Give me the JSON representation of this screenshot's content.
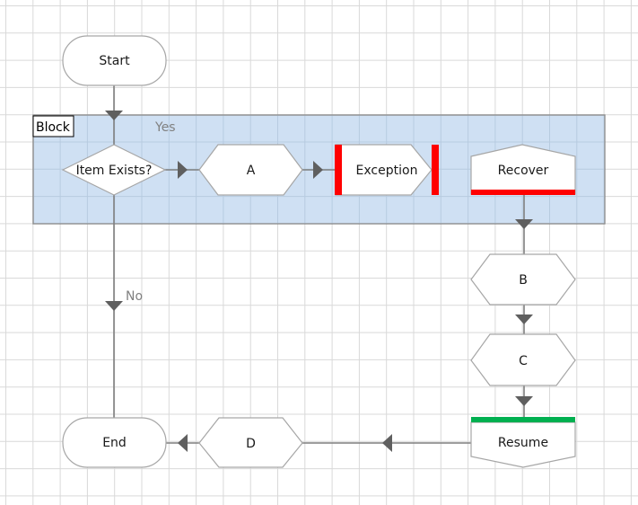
{
  "diagram": {
    "block": {
      "title": "Block",
      "fill": "#cfe0f3",
      "border": "#8a8a8a"
    },
    "nodes": {
      "start": {
        "label": "Start",
        "shape": "terminator"
      },
      "decision": {
        "label": "Item Exists?",
        "shape": "decision"
      },
      "a": {
        "label": "A",
        "shape": "hexagon"
      },
      "exception": {
        "label": "Exception",
        "shape": "exception",
        "marker_color": "#ff0000"
      },
      "recover": {
        "label": "Recover",
        "shape": "recover",
        "marker_color": "#ff0000"
      },
      "b": {
        "label": "B",
        "shape": "hexagon"
      },
      "c": {
        "label": "C",
        "shape": "hexagon"
      },
      "resume": {
        "label": "Resume",
        "shape": "resume",
        "marker_color": "#00b050"
      },
      "d": {
        "label": "D",
        "shape": "hexagon"
      },
      "end": {
        "label": "End",
        "shape": "terminator"
      }
    },
    "edges": {
      "yes": "Yes",
      "no": "No"
    },
    "connections": [
      [
        "start",
        "decision"
      ],
      [
        "decision",
        "a",
        "Yes"
      ],
      [
        "a",
        "exception"
      ],
      [
        "recover",
        "b"
      ],
      [
        "b",
        "c"
      ],
      [
        "c",
        "resume"
      ],
      [
        "resume",
        "d"
      ],
      [
        "d",
        "end"
      ],
      [
        "decision",
        "end",
        "No"
      ]
    ]
  }
}
